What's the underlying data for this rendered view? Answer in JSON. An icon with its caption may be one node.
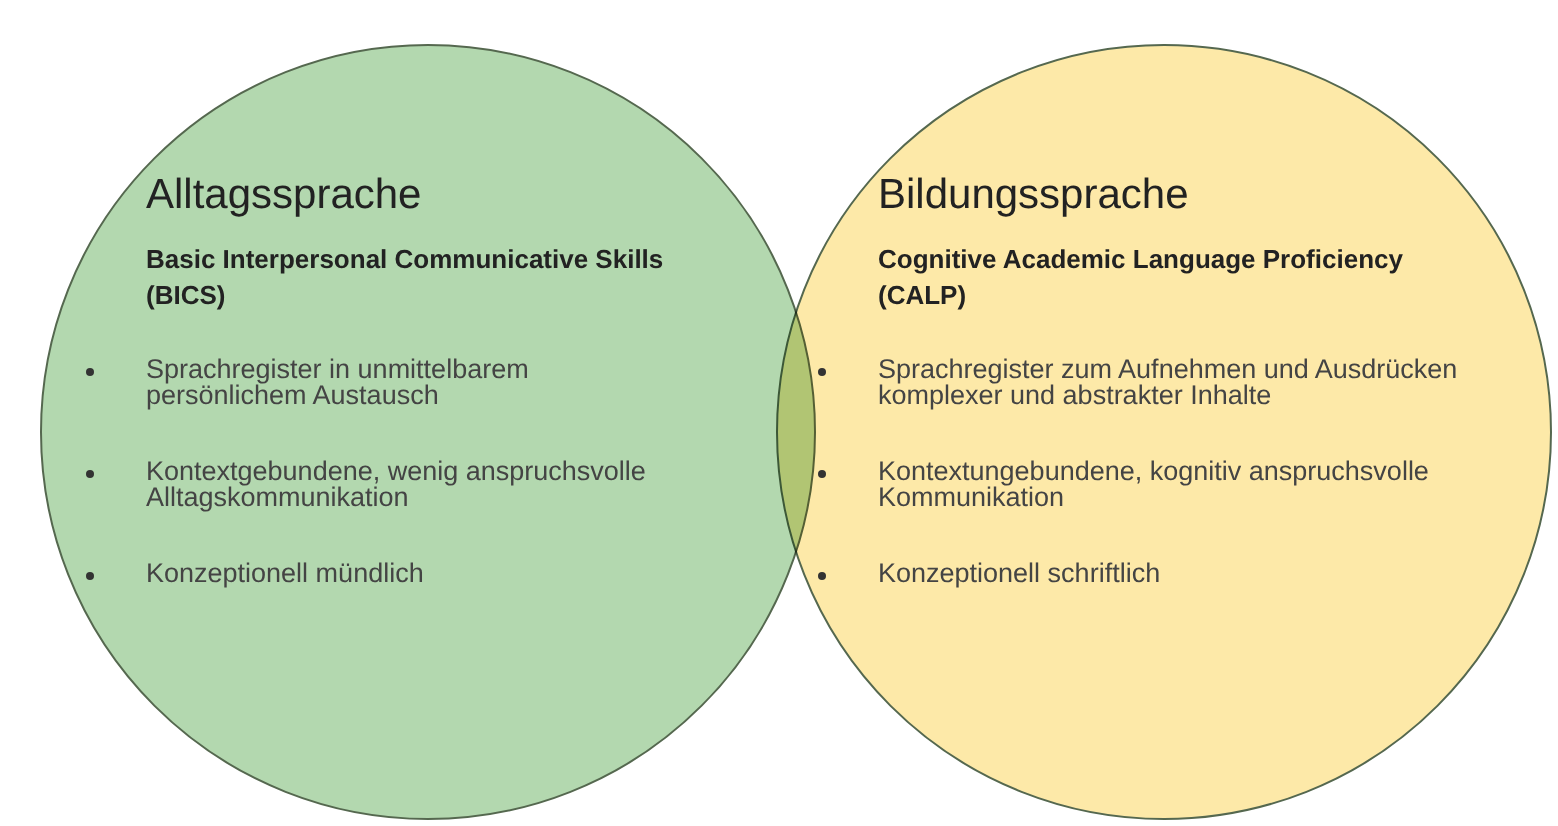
{
  "diagram": {
    "nodes": [
      {
        "text": [
          "Alltagssprache",
          "Basic Interpersonal Communicative Skills (BICS)",
          "Sprachregister in unmittelbarem persönlichem Austausch",
          "Kontextgebundene, wenig anspruchsvolle Alltagskommunikation",
          "Konzeptionell mündlich"
        ]
      },
      {
        "text": [
          "Bildungssprache",
          "Cognitive Academic Language Proficiency (CALP)",
          "Sprachregister zum Aufnehmen und Ausdrücken komplexer und abstrakter Inhalte",
          "Kontextungebundene, kognitiv anspruchsvolle Kommunikation",
          "Konzeptionell schriftlich"
        ]
      }
    ]
  }
}
